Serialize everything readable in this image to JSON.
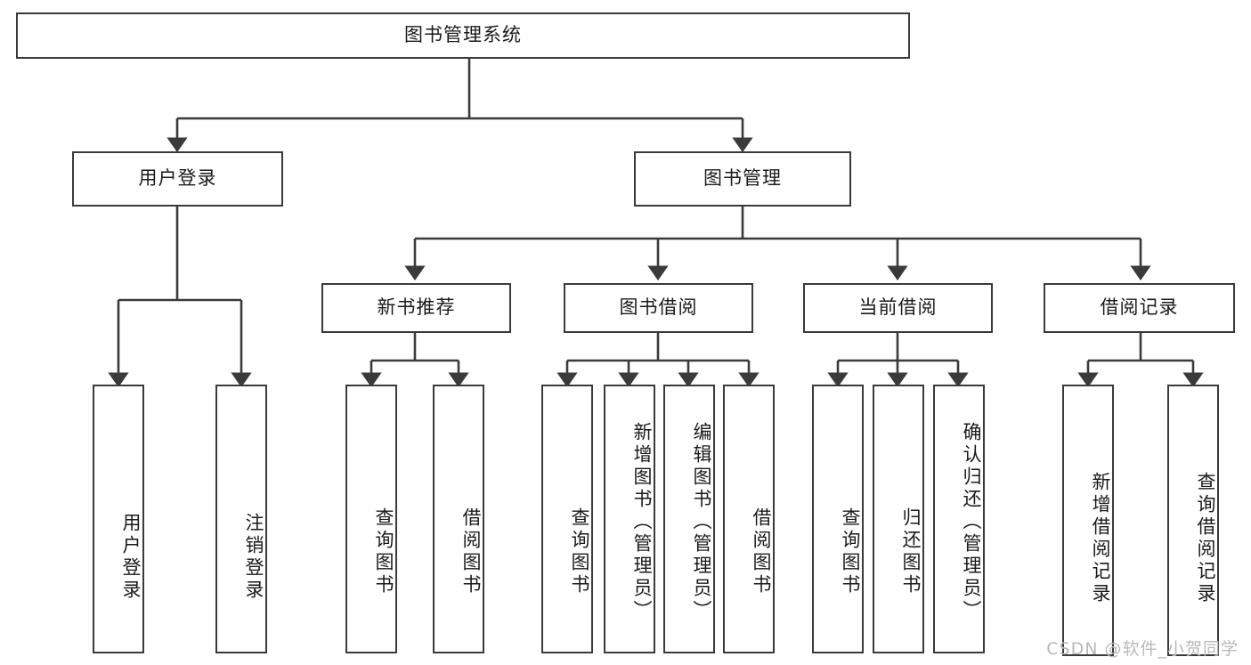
{
  "diagram": {
    "title": "图书管理系统",
    "type": "hierarchy-tree",
    "watermark": "CSDN @软件_小贺同学",
    "line_color": "#3a3a3a",
    "box_fill": "#ffffff",
    "text_color": "#1a1a1a",
    "watermark_color": "#b9b9b9",
    "levels": 4,
    "node_count": 20
  },
  "nodes": {
    "root": {
      "label": "图书管理系统",
      "level": 1
    },
    "l2": [
      {
        "id": "user-login",
        "label": "用户登录",
        "level": 2
      },
      {
        "id": "book-manage",
        "label": "图书管理",
        "level": 2
      }
    ],
    "l3": [
      {
        "id": "new-book-recommend",
        "label": "新书推荐",
        "level": 3,
        "parent": "book-manage"
      },
      {
        "id": "book-borrow",
        "label": "图书借阅",
        "level": 3,
        "parent": "book-manage"
      },
      {
        "id": "current-borrow",
        "label": "当前借阅",
        "level": 3,
        "parent": "book-manage"
      },
      {
        "id": "borrow-record",
        "label": "借阅记录",
        "level": 3,
        "parent": "book-manage"
      }
    ],
    "leaves": [
      {
        "id": "leaf-user-login",
        "label": "用户登录",
        "parent": "user-login"
      },
      {
        "id": "leaf-logout",
        "label": "注销登录",
        "parent": "user-login"
      },
      {
        "id": "leaf-query-book-1",
        "label": "查询图书",
        "parent": "new-book-recommend"
      },
      {
        "id": "leaf-borrow-book-1",
        "label": "借阅图书",
        "parent": "new-book-recommend"
      },
      {
        "id": "leaf-query-book-2",
        "label": "查询图书",
        "parent": "book-borrow"
      },
      {
        "id": "leaf-add-book",
        "label": "新增图书（管理员）",
        "parent": "book-borrow"
      },
      {
        "id": "leaf-edit-book",
        "label": "编辑图书（管理员）",
        "parent": "book-borrow"
      },
      {
        "id": "leaf-borrow-book-2",
        "label": "借阅图书",
        "parent": "book-borrow"
      },
      {
        "id": "leaf-query-book-3",
        "label": "查询图书",
        "parent": "current-borrow"
      },
      {
        "id": "leaf-return-book",
        "label": "归还图书",
        "parent": "current-borrow"
      },
      {
        "id": "leaf-confirm-return",
        "label": "确认归还（管理员）",
        "parent": "current-borrow"
      },
      {
        "id": "leaf-add-record",
        "label": "新增借阅记录",
        "parent": "borrow-record"
      },
      {
        "id": "leaf-query-record",
        "label": "查询借阅记录",
        "parent": "borrow-record"
      }
    ]
  }
}
